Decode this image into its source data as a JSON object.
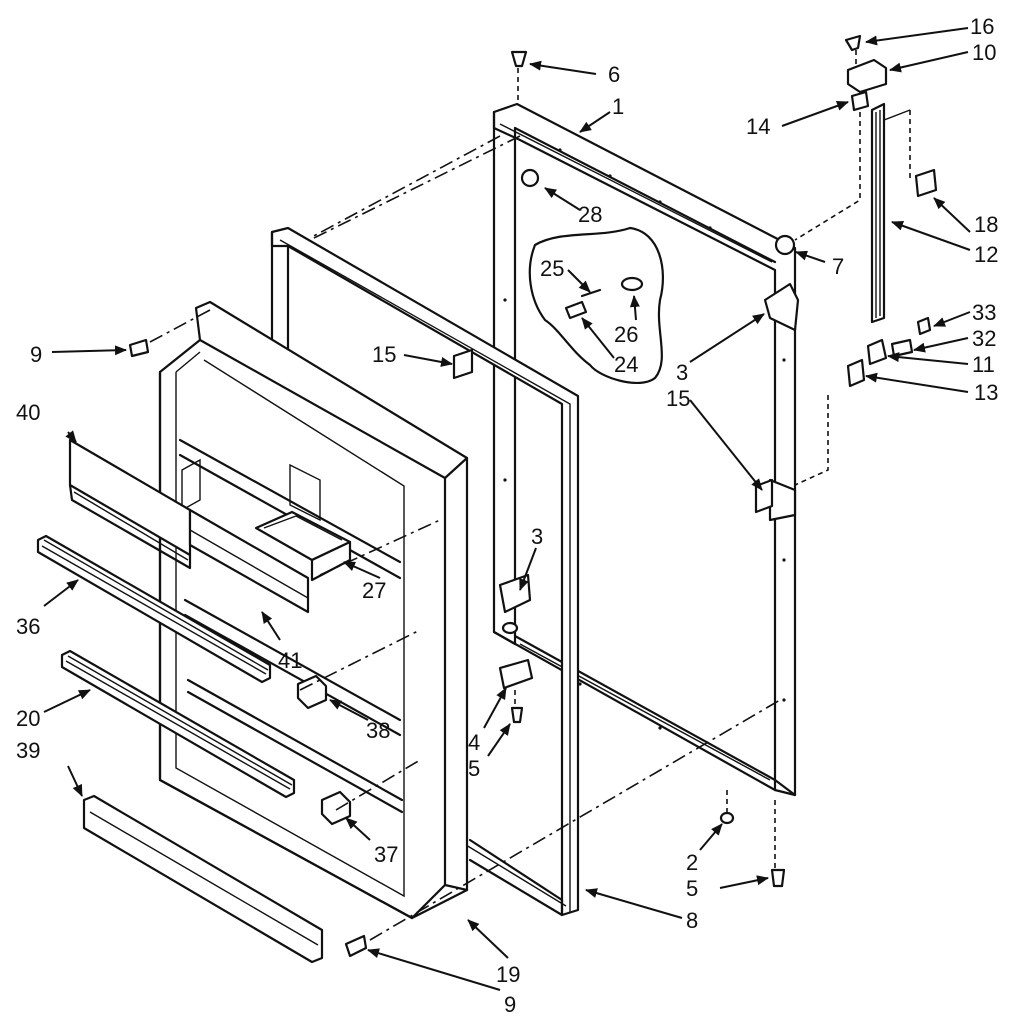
{
  "diagram": {
    "part_labels": [
      "1",
      "2",
      "3",
      "3",
      "4",
      "5",
      "5",
      "6",
      "7",
      "8",
      "9",
      "9",
      "10",
      "11",
      "12",
      "13",
      "14",
      "15",
      "15",
      "16",
      "18",
      "19",
      "20",
      "24",
      "25",
      "26",
      "27",
      "28",
      "32",
      "33",
      "36",
      "37",
      "38",
      "39",
      "40",
      "41"
    ]
  }
}
